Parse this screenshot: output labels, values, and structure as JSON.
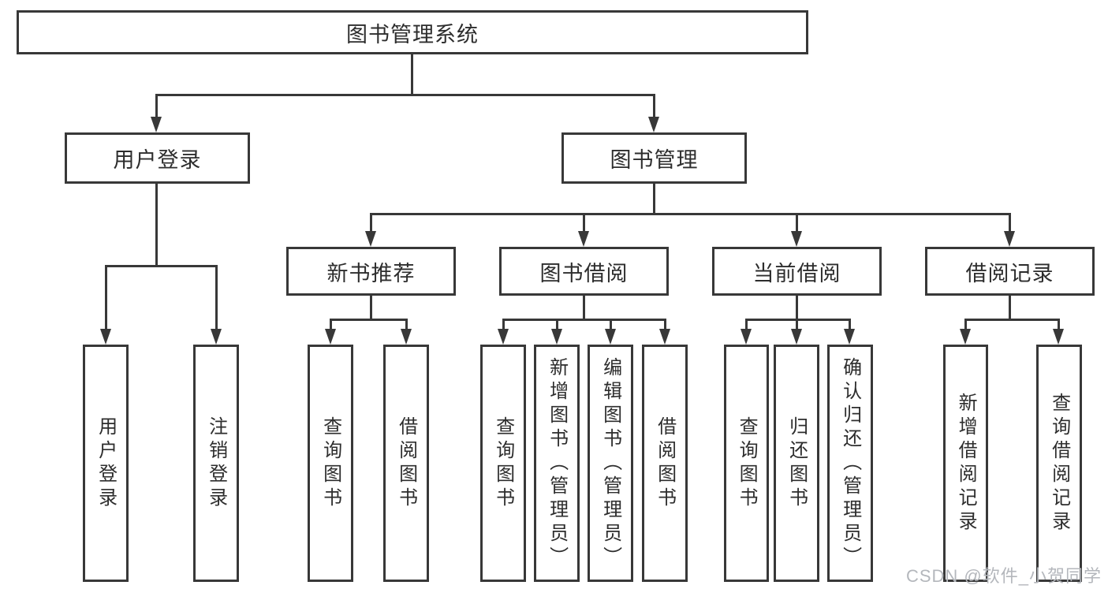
{
  "tree": {
    "label": "图书管理系统",
    "children": [
      {
        "label": "用户登录",
        "children": [
          {
            "label": "用户登录"
          },
          {
            "label": "注销登录"
          }
        ]
      },
      {
        "label": "图书管理",
        "children": [
          {
            "label": "新书推荐",
            "children": [
              {
                "label": "查询图书"
              },
              {
                "label": "借阅图书"
              }
            ]
          },
          {
            "label": "图书借阅",
            "children": [
              {
                "label": "查询图书"
              },
              {
                "label": "新增图书（管理员）"
              },
              {
                "label": "编辑图书（管理员）"
              },
              {
                "label": "借阅图书"
              }
            ]
          },
          {
            "label": "当前借阅",
            "children": [
              {
                "label": "查询图书"
              },
              {
                "label": "归还图书"
              },
              {
                "label": "确认归还（管理员）"
              }
            ]
          },
          {
            "label": "借阅记录",
            "children": [
              {
                "label": "新增借阅记录"
              },
              {
                "label": "查询借阅记录"
              }
            ]
          }
        ]
      }
    ]
  },
  "watermark": "CSDN @软件_小贺同学",
  "colors": {
    "stroke": "#383838",
    "text": "#2d2d2d",
    "watermark": "#b4b7bc",
    "background": "#ffffff"
  }
}
